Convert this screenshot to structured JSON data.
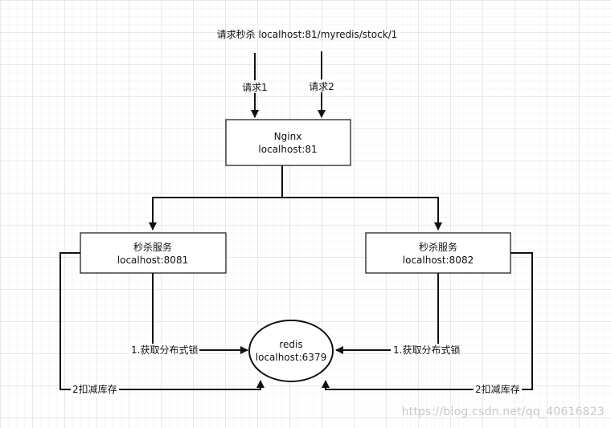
{
  "request_url": "请求秒杀 localhost:81/myredis/stock/1",
  "edges": {
    "request1": "请求1",
    "request2": "请求2",
    "lock_left": "1.获取分布式锁",
    "lock_right": "1.获取分布式锁",
    "deduct_left": "2扣减库存",
    "deduct_right": "2扣减库存"
  },
  "nodes": {
    "nginx": {
      "line1": "Nginx",
      "line2": "localhost:81"
    },
    "service_left": {
      "line1": "秒杀服务",
      "line2": "localhost:8081"
    },
    "service_right": {
      "line1": "秒杀服务",
      "line2": "localhost:8082"
    },
    "redis": {
      "line1": "redis",
      "line2": "localhost:6379"
    }
  },
  "watermark": "https://blog.csdn.net/qq_40616823"
}
